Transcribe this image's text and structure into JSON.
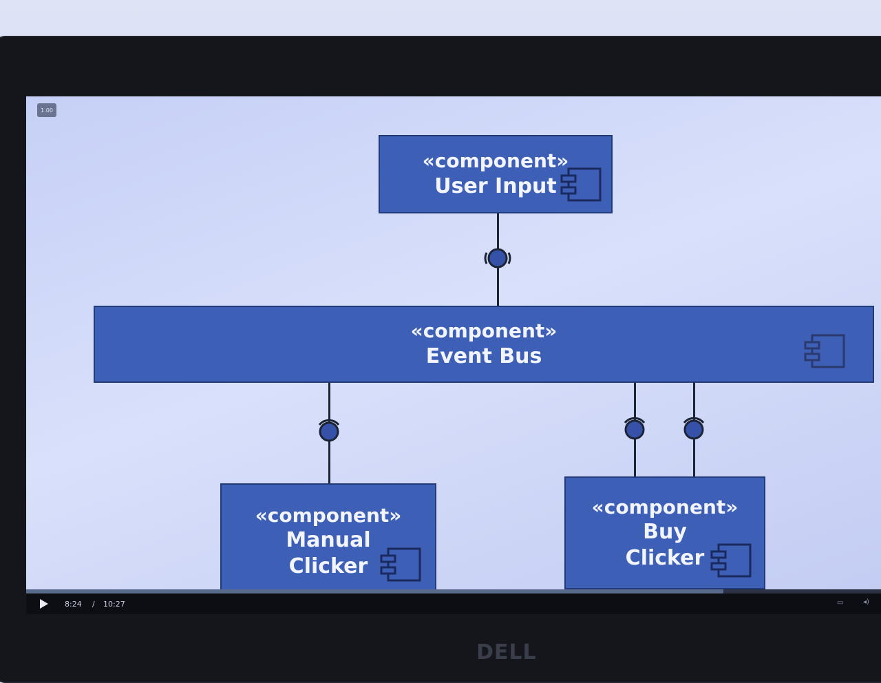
{
  "player": {
    "speed_label": "1.00",
    "current_time": "8:24",
    "separator": "/",
    "total_time": "10:27",
    "progress": 0.804
  },
  "monitor": {
    "brand_logo": "DELL"
  },
  "diagram": {
    "components": [
      {
        "stereotype": "«component»",
        "name": "User Input"
      },
      {
        "stereotype": "«component»",
        "name": "Event Bus"
      },
      {
        "stereotype": "«component»",
        "name_lines": [
          "Manual",
          "Clicker"
        ]
      },
      {
        "stereotype": "«component»",
        "name_lines": [
          "Buy",
          "Clicker"
        ]
      }
    ]
  },
  "colors": {
    "component_fill": "#3d5fb5",
    "component_text": "#f2f5ff",
    "connector": "#1d2436"
  }
}
